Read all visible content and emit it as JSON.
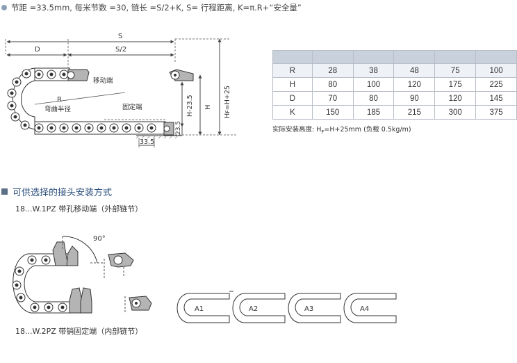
{
  "header_note": "节距 =33.5mm, 每米节数 =30, 链长 =S/2+K, S= 行程距离,  K=π.R+“安全量”",
  "diagram": {
    "label_S": "S",
    "label_D": "D",
    "label_S2": "S/2",
    "label_R": "R",
    "label_bend_radius": "弯曲半径",
    "label_moving_end": "移动端",
    "label_fixed_end": "固定端",
    "label_H_minus": "H-23.5",
    "label_H": "H",
    "label_HF": "Hꜰ=H+25",
    "label_23_5": "23.5",
    "label_33_5": "33.5"
  },
  "spec_table": {
    "rows": [
      [
        "R",
        "28",
        "38",
        "48",
        "75",
        "100"
      ],
      [
        "H",
        "80",
        "100",
        "120",
        "175",
        "225"
      ],
      [
        "D",
        "70",
        "80",
        "90",
        "120",
        "145"
      ],
      [
        "K",
        "150",
        "185",
        "215",
        "300",
        "375"
      ]
    ]
  },
  "install_note": {
    "prefix": "实际安装高度: H",
    "sub": "F",
    "suffix": "=H+25mm (负载 0.5kg/m)"
  },
  "section_title": "可供选择的接头安装方式",
  "options": {
    "top_label": "18...W.1PZ 带孔移动端（外部链节）",
    "angle_label": "90°",
    "bottom_label": "18...W.2PZ 带销固定端（内部链节）",
    "variants": [
      "A1",
      "A2",
      "A3",
      "A4"
    ]
  },
  "colors": {
    "section_title": "#2c4f7c",
    "table_header": "#c9d1dc",
    "bracket_fill": "#b4b4b4"
  }
}
